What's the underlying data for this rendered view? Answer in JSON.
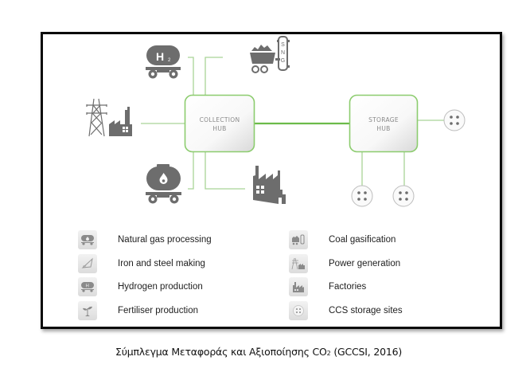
{
  "diagram": {
    "collection_hub": {
      "line1": "COLLECTION",
      "line2": "HUB"
    },
    "storage_hub": {
      "line1": "STORAGE",
      "line2": "HUB"
    },
    "h2_label": "H",
    "h2_subscript": "2",
    "sng_label": [
      "S",
      "N",
      "G"
    ],
    "accent_color": "#7cc35a",
    "icon_color": "#6d6d6d",
    "sources": [
      "hydrogen-tanker",
      "coal-gasification",
      "power-and-factory",
      "gas-tanker",
      "factory"
    ],
    "storage_sites": 3
  },
  "legend": {
    "left": [
      {
        "label": "Natural gas processing",
        "icon": "gas-tanker-icon"
      },
      {
        "label": "Iron and steel making",
        "icon": "iron-steel-icon"
      },
      {
        "label": "Hydrogen production",
        "icon": "hydrogen-tanker-icon"
      },
      {
        "label": "Fertiliser production",
        "icon": "plant-icon"
      }
    ],
    "right": [
      {
        "label": "Coal gasification",
        "icon": "coal-gasification-icon"
      },
      {
        "label": "Power generation",
        "icon": "power-generation-icon"
      },
      {
        "label": "Factories",
        "icon": "factory-icon"
      },
      {
        "label": "CCS storage sites",
        "icon": "storage-site-icon"
      }
    ]
  },
  "caption": {
    "text": "Σύμπλεγμα Μεταφοράς και Αξιοποίησης CO",
    "subscript": "2",
    "source": " (GCCSI, 2016)"
  }
}
